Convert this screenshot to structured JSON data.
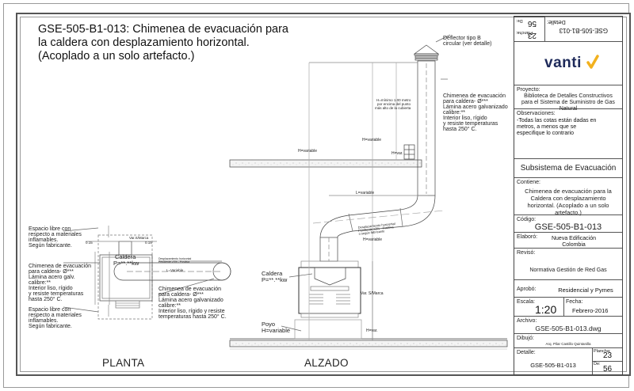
{
  "title": "GSE-505-B1-013: Chimenea de evacuación para la caldera con desplazamiento horizontal. (Acoplado a un solo artefacto.)",
  "views": {
    "plan": {
      "label": "PLANTA",
      "annotations": {
        "free_space_top": [
          "Espacio libre con",
          "respecto a materiales",
          "inflamables.",
          "Según fabricante."
        ],
        "chimney_left": [
          "Chimenea de evacuación",
          "para caldera-  Ø***",
          "Lámina acero galv.",
          " calibre:**",
          "Interior liso, rígido",
          "y resiste temperaturas",
          "hasta 250° C."
        ],
        "free_space_bottom": [
          "Espacio libre con",
          "respecto a materiales",
          "inflamables.",
          "Según fabricante."
        ],
        "boiler": [
          "Caldera",
          "P=**.**kw"
        ],
        "offset": [
          "Desplazamiento horizontal",
          "Pendiente ≥3% - Positiva"
        ],
        "length": "L=Variable",
        "chimney_right": [
          "Chimenea de evacuación",
          "para caldera-  Ø***",
          "Lámina acero galvanizado",
          "calibre:**",
          "Interior liso, rígido y resiste",
          "temperaturas hasta 250° C."
        ],
        "dim_015": "0.15",
        "var_marca": "Var.S/Marca"
      }
    },
    "elevation": {
      "label": "ALZADO",
      "annotations": {
        "deflector": [
          "Deflector tipo B",
          "circular (ver detalle)"
        ],
        "h_min": [
          "H=mínimo 1.00 metro",
          "por encima del punto",
          "más alto de la cubierta"
        ],
        "chimney": [
          "Chimenea de evacuación",
          "para caldera-  Ø***",
          "Lámina acero galvanizado",
          "calibre:**",
          "Interior liso, rígido",
          "y resiste temperaturas",
          "hasta 250° C."
        ],
        "h_variable": "H=variable",
        "h_var": "H=var.",
        "l_variable": "L=variable",
        "offset": [
          "Desplazamiento horizontal",
          "Pendiente ≥3% - Positiva",
          "o según fabricante"
        ],
        "boiler": [
          "Caldera",
          "P=**.**kw"
        ],
        "var_marca": "Var. S/Marca",
        "base": [
          "Poyo",
          "H=variable"
        ],
        "base_h": "H=var."
      }
    }
  },
  "title_block": {
    "top_rotated": {
      "detalle_label": "Detalle:",
      "detalle_value": "GSE-505-B1-013",
      "plancha_label": "Plancha:",
      "plancha_value": "23",
      "de_label": "De:",
      "de_value": "56"
    },
    "logo": "vanti",
    "brand_color": "#1e2a5a",
    "accent_color": "#f2b11e",
    "proyecto_label": "Proyecto:",
    "proyecto_value": "Biblioteca de Detalles Constructivos para el Sistema de Suministro de Gas Natural",
    "observaciones_label": "Observaciones:",
    "observaciones_value": "-Todas las cotas están dadas en metros, a menos que se especifique lo contrario",
    "subsistema": "Subsistema de Evacuación",
    "contiene_label": "Contiene:",
    "contiene_value": "Chimenea de evacuación para la Caldera con desplazamiento horizontal. (Acoplado a un solo artefacto.)",
    "codigo_label": "Código:",
    "codigo_value": "GSE-505-B1-013",
    "elaboro_label": "Elaboró:",
    "elaboro_value": "Nueva Edificación Colombia",
    "reviso_label": "Revisó:",
    "reviso_value": "Normativa Gestión de Red Gas",
    "aprobo_label": "Aprobó:",
    "aprobo_value": "Residencial y Pymes",
    "escala_label": "Escala:",
    "escala_value": "1:20",
    "fecha_label": "Fecha:",
    "fecha_value": "Febrero-2016",
    "archivo_label": "Archivo:",
    "archivo_value": "GSE-505-B1-013.dwg",
    "dibujo_label": "Dibujó:",
    "dibujo_value": "Arq. Pilar Castillo Quintanilla",
    "detalle_label": "Detalle:",
    "detalle_value": "GSE-505-B1-013",
    "plancha_label": "Plancha:",
    "plancha_value": "23",
    "de_label": "De:",
    "de_value": "56"
  }
}
